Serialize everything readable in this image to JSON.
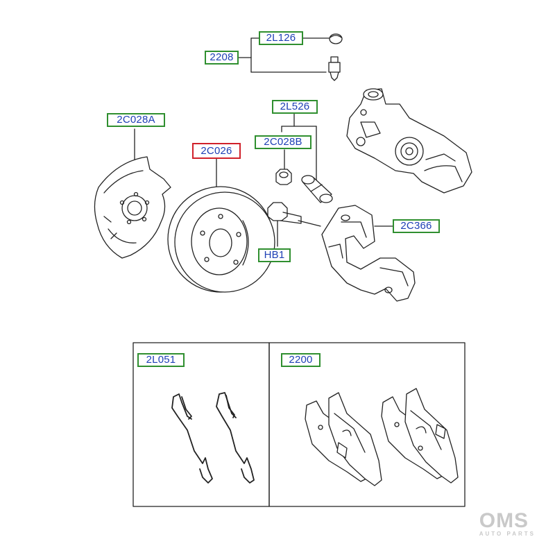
{
  "parts": {
    "p2L126": "2L126",
    "p2208": "2208",
    "p2L526": "2L526",
    "p2C028A": "2C028A",
    "p2C028B": "2C028B",
    "p2C026": "2C026",
    "p2C366": "2C366",
    "pHB1": "HB1",
    "p2L051": "2L051",
    "p2200": "2200"
  },
  "highlighted_part": "2C026",
  "colors": {
    "callout_border": "#2f8f2f",
    "callout_text": "#1d3fb5",
    "highlight_border": "#d0202a",
    "line_art": "#222222"
  },
  "watermark": {
    "main": "OMS",
    "sub": "AUTO PARTS"
  }
}
